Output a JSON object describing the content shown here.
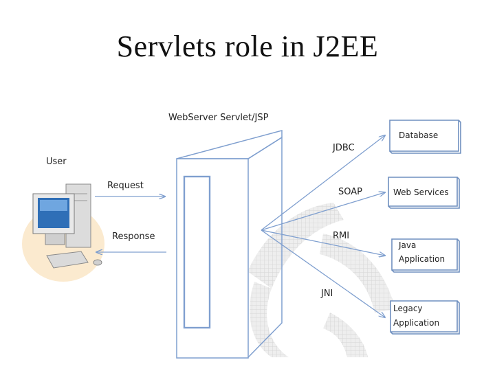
{
  "title": "Servlets role in J2EE",
  "labels": {
    "server": "WebServer Servlet/JSP",
    "user": "User",
    "request": "Request",
    "response": "Response"
  },
  "connections": [
    {
      "protocol": "JDBC",
      "target_line1": "Database",
      "target_line2": ""
    },
    {
      "protocol": "SOAP",
      "target_line1": "Web Services",
      "target_line2": ""
    },
    {
      "protocol": "RMI",
      "target_line1": "Java",
      "target_line2": "Application"
    },
    {
      "protocol": "JNI",
      "target_line1": "Legacy",
      "target_line2": "Application"
    }
  ],
  "colors": {
    "arrow": "#7f9fcf",
    "box_border": "#6f8fbf",
    "watermark": "#d9d9d9"
  }
}
